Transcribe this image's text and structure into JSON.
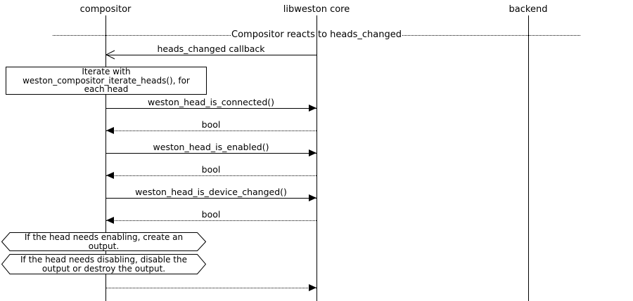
{
  "participants": [
    {
      "name": "compositor"
    },
    {
      "name": "libweston core"
    },
    {
      "name": "backend"
    }
  ],
  "divider": {
    "label": "Compositor reacts to heads_changed"
  },
  "messages": [
    {
      "from": "libweston core",
      "to": "compositor",
      "label": "heads_changed callback",
      "line": "solid",
      "arrowhead": "open"
    },
    {
      "from": "compositor",
      "to": "libweston core",
      "label": "weston_head_is_connected()",
      "line": "solid",
      "arrowhead": "filled"
    },
    {
      "from": "libweston core",
      "to": "compositor",
      "label": "bool",
      "line": "dotted",
      "arrowhead": "filled"
    },
    {
      "from": "compositor",
      "to": "libweston core",
      "label": "weston_head_is_enabled()",
      "line": "solid",
      "arrowhead": "filled"
    },
    {
      "from": "libweston core",
      "to": "compositor",
      "label": "bool",
      "line": "dotted",
      "arrowhead": "filled"
    },
    {
      "from": "compositor",
      "to": "libweston core",
      "label": "weston_head_is_device_changed()",
      "line": "solid",
      "arrowhead": "filled"
    },
    {
      "from": "libweston core",
      "to": "compositor",
      "label": "bool",
      "line": "dotted",
      "arrowhead": "filled"
    },
    {
      "from": "compositor",
      "to": "libweston core",
      "label": "",
      "line": "dotted",
      "arrowhead": "filled"
    }
  ],
  "notes": [
    {
      "shape": "rect",
      "text": "Iterate with weston_compositor_iterate_heads(), for each head",
      "lines": [
        "Iterate with",
        "weston_compositor_iterate_heads(), for",
        "each head"
      ]
    },
    {
      "shape": "hexagon",
      "text": "If the head needs enabling, create an output.",
      "lines": [
        "If the head needs enabling, create an",
        "output."
      ]
    },
    {
      "shape": "hexagon",
      "text": "If the head needs disabling, disable the output or destroy the output.",
      "lines": [
        "If the head needs disabling, disable the",
        "output or destroy the output."
      ]
    }
  ],
  "colors": {
    "line": "#000000",
    "background": "#ffffff"
  }
}
